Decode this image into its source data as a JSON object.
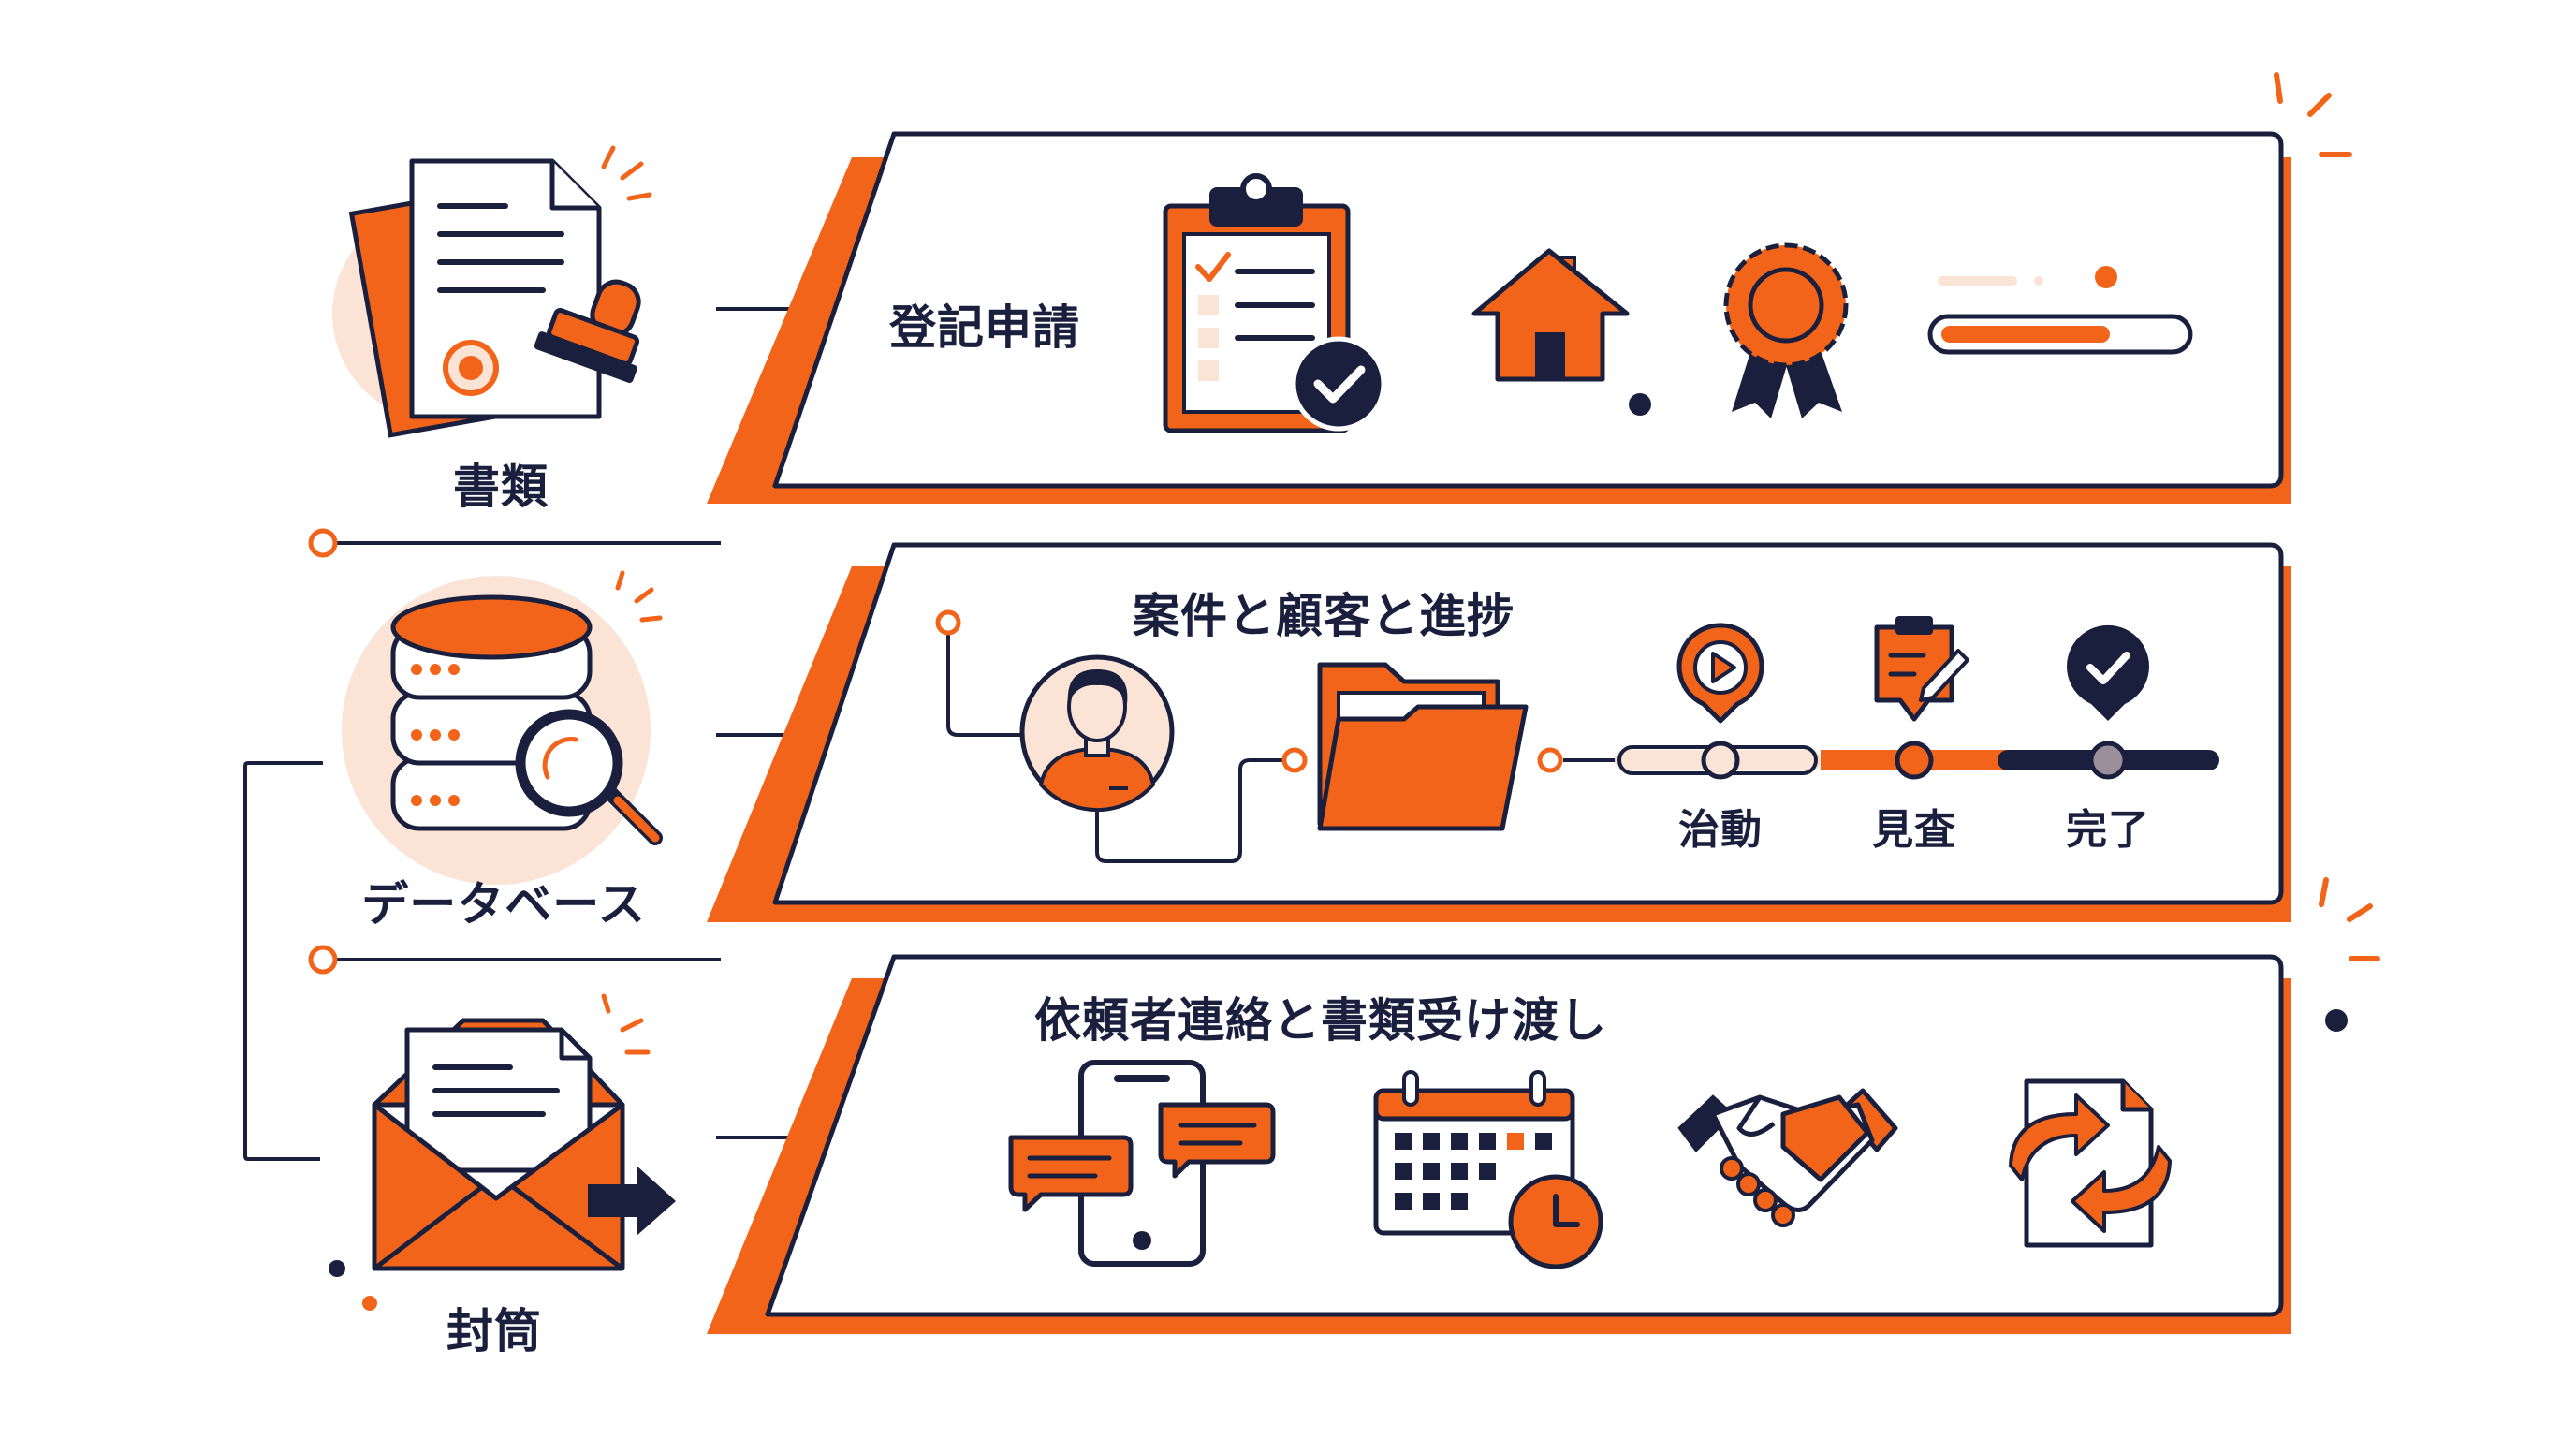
{
  "left_labels": {
    "documents": "書類",
    "database": "データベース",
    "envelope": "封筒"
  },
  "panels": {
    "registration": {
      "title": "登記申請"
    },
    "case_tracking": {
      "title": "案件と顧客と進捗",
      "stages": [
        "治動",
        "見査",
        "完了"
      ]
    },
    "client_contact": {
      "title": "依頼者連絡と書類受け渡し"
    }
  },
  "colors": {
    "accent": "#f26419",
    "navy": "#1a1f3d",
    "peach": "#fbe3d6",
    "white": "#ffffff"
  }
}
